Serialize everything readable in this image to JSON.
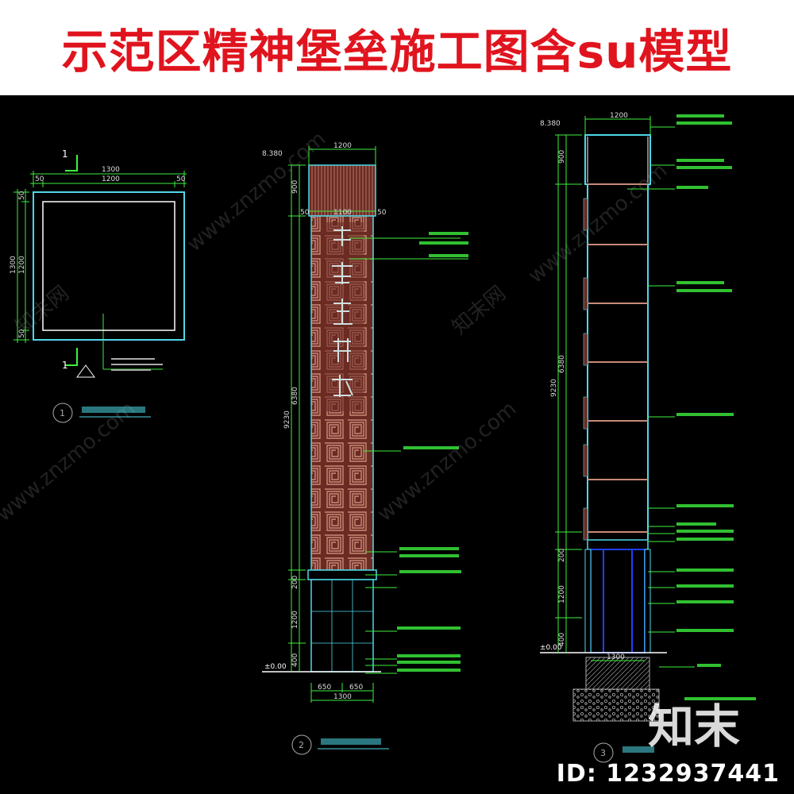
{
  "title": "示范区精神堡垒施工图含su模型",
  "watermark": "www.znzmo.com",
  "watermark_cn": "知末网",
  "logo": "知末",
  "image_id": "ID: 1232937441",
  "colors": {
    "title_red": "#e0141e",
    "cad_bg": "#000000",
    "line_cyan": "#4fd8e8",
    "dim_green": "#3ef03e",
    "panel_brown": "#6b2a22",
    "text_white": "#ffffff",
    "blue": "#2040ff"
  },
  "plan": {
    "section_mark": "1",
    "dims_top": [
      "1300",
      "50",
      "1200",
      "50"
    ],
    "dims_left": [
      "1300",
      "1200",
      "50",
      "50"
    ],
    "caption_num": "1"
  },
  "front": {
    "elev_top": "8.380",
    "dims_top": [
      "1200",
      "50",
      "1100",
      "50"
    ],
    "dims_left": [
      "900",
      "6380",
      "9230",
      "200",
      "1200",
      "400"
    ],
    "dims_bottom": [
      "650",
      "650",
      "1300"
    ],
    "ground": "±0.00",
    "caption_num": "2"
  },
  "section": {
    "elev_top": "8.380",
    "dims_top": [
      "1200"
    ],
    "dims_left": [
      "900",
      "6380",
      "9230",
      "200",
      "1200",
      "400"
    ],
    "dim_bottom": "1300",
    "ground": "±0.00",
    "caption_num": "3"
  }
}
